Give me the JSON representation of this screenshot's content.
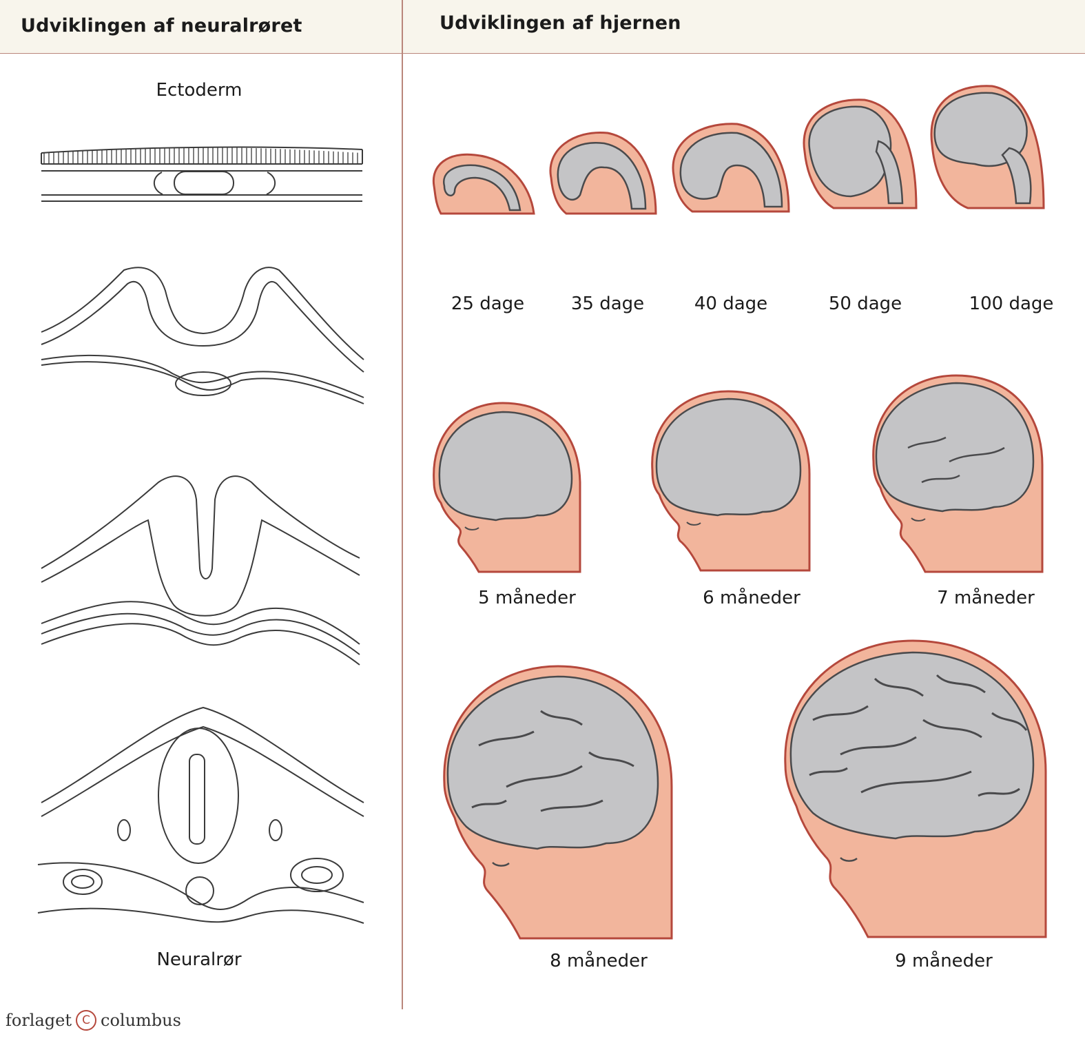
{
  "header": {
    "left_title": "Udviklingen af neuralrøret",
    "right_title": "Udviklingen af hjernen"
  },
  "neural_tube": {
    "top_label": "Ectoderm",
    "bottom_label": "Neuralrør",
    "stages": 4
  },
  "brain": {
    "row1_labels": [
      "25 dage",
      "35 dage",
      "40 dage",
      "50 dage",
      "100 dage"
    ],
    "row2_labels": [
      "5 måneder",
      "6 måneder",
      "7 måneder"
    ],
    "row3_labels": [
      "8 måneder",
      "9 måneder"
    ]
  },
  "footer": {
    "left": "forlaget",
    "symbol": "C",
    "right": "columbus"
  },
  "colors": {
    "skin": "#f2b59c",
    "skin_outline": "#b5483c",
    "brain": "#c4c4c6",
    "brain_outline": "#4a4a4c",
    "divider": "#b9867b",
    "header_bg": "#f8f5ec"
  }
}
